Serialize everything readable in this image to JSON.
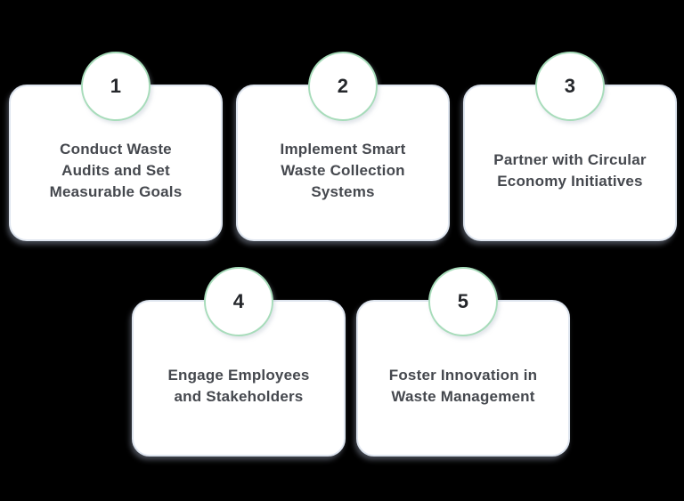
{
  "theme": {
    "background": "#000000",
    "card_bg": "#ffffff",
    "card_border": "#dee5ef",
    "circle_border": "#a7dcba",
    "number_color": "#25272b",
    "text_color": "#45484e"
  },
  "steps": [
    {
      "number": "1",
      "label": "Conduct Waste Audits and Set Measurable Goals",
      "lines": [
        "Conduct Waste",
        "Audits and Set",
        "Measurable Goals"
      ]
    },
    {
      "number": "2",
      "label": "Implement Smart Waste Collection Systems",
      "lines": [
        "Implement Smart",
        "Waste Collection",
        "Systems"
      ]
    },
    {
      "number": "3",
      "label": "Partner with Circular Economy Initiatives",
      "lines": [
        "Partner with Circular",
        "Economy Initiatives"
      ]
    },
    {
      "number": "4",
      "label": "Engage Employees and Stakeholders",
      "lines": [
        "Engage Employees",
        "and Stakeholders"
      ]
    },
    {
      "number": "5",
      "label": "Foster Innovation in Waste Management",
      "lines": [
        "Foster Innovation in",
        "Waste Management"
      ]
    }
  ]
}
